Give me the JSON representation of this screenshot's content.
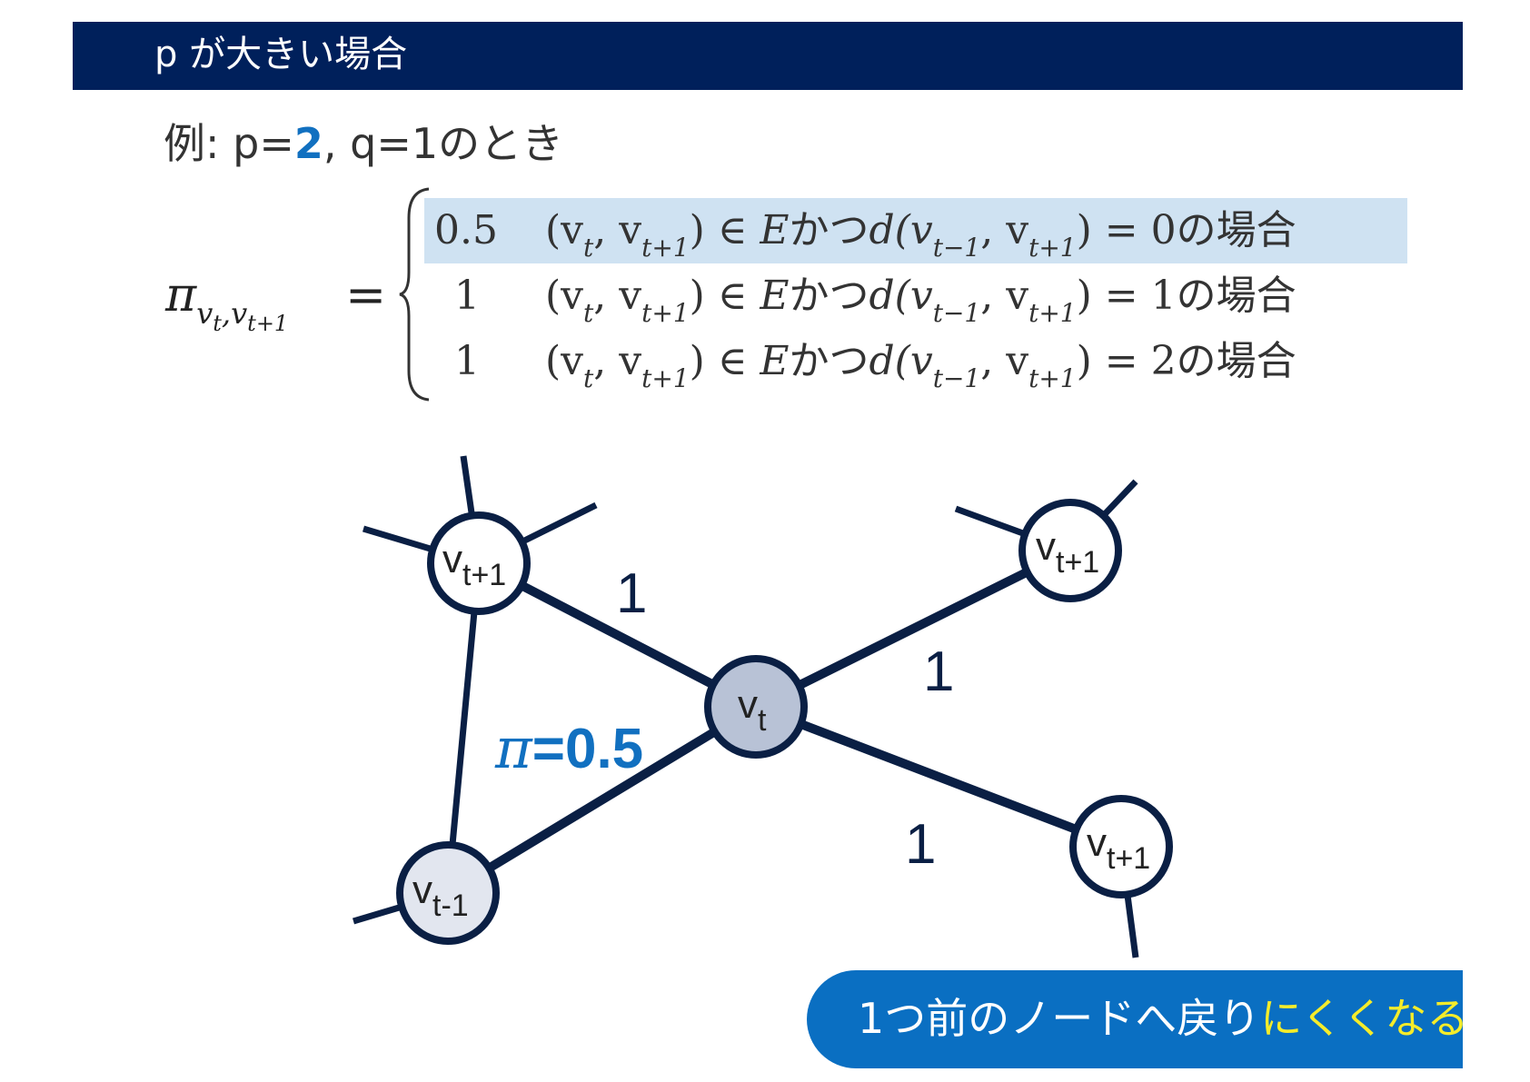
{
  "header": {
    "title": "p が大きい場合"
  },
  "example": {
    "prefix": "例: p=",
    "p_value": "2",
    "suffix": ", q=1のとき"
  },
  "formula": {
    "lhs_symbol": "π",
    "lhs_sub_a": "v",
    "lhs_sub_a_sub": "t",
    "lhs_sub_sep": ",",
    "lhs_sub_b": "v",
    "lhs_sub_b_sub": "t+1",
    "equals": "=",
    "cases": [
      {
        "value": "0.5",
        "cond_pair": "(v",
        "cond_t": "t",
        "cond_mid": ", v",
        "cond_t1": "t+1",
        "cond_close": ") ∈ ",
        "set": "E",
        "and": "かつ",
        "dist": "d(v",
        "dist_t": "t−1",
        "dist_mid": ", v",
        "dist_t1": "t+1",
        "dist_close": ") = ",
        "result": "0",
        "suffix": "の場合"
      },
      {
        "value": "1",
        "cond_pair": "(v",
        "cond_t": "t",
        "cond_mid": ", v",
        "cond_t1": "t+1",
        "cond_close": ") ∈ ",
        "set": "E",
        "and": "かつ",
        "dist": "d(v",
        "dist_t": "t−1",
        "dist_mid": ", v",
        "dist_t1": "t+1",
        "dist_close": ") = ",
        "result": "1",
        "suffix": "の場合"
      },
      {
        "value": "1",
        "cond_pair": "(v",
        "cond_t": "t",
        "cond_mid": ", v",
        "cond_t1": "t+1",
        "cond_close": ") ∈ ",
        "set": "E",
        "and": "かつ",
        "dist": "d(v",
        "dist_t": "t−1",
        "dist_mid": ", v",
        "dist_t1": "t+1",
        "dist_close": ") = ",
        "result": "2",
        "suffix": "の場合"
      }
    ]
  },
  "graph": {
    "nodes": {
      "current": {
        "base": "v",
        "sub": "t"
      },
      "previous": {
        "base": "v",
        "sub": "t-1"
      },
      "next_top_left": {
        "base": "v",
        "sub": "t+1"
      },
      "next_top_right": {
        "base": "v",
        "sub": "t+1"
      },
      "next_bottom_right": {
        "base": "v",
        "sub": "t+1"
      }
    },
    "edge_weights": {
      "top_left": "1",
      "top_right": "1",
      "bottom_right": "1"
    },
    "pi_symbol": "π",
    "pi_value": "=0.5"
  },
  "callout": {
    "text_main": "1つ前のノードへ戻り",
    "text_emphasis": "にくくなる"
  },
  "colors": {
    "header_bg": "#00205b",
    "accent_blue": "#1170c0",
    "highlight_row": "#cfe2f2",
    "edge_navy": "#0a1f44",
    "current_node_fill": "#b8c2d6",
    "previous_node_fill": "#e2e6ef",
    "callout_bg": "#0a6fc2",
    "callout_emphasis": "#f5ec2a"
  }
}
